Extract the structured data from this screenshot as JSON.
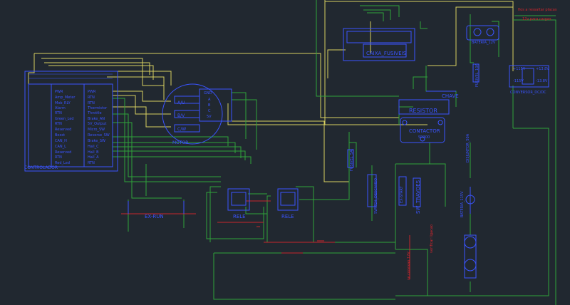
{
  "colors": {
    "background": "#212830",
    "wire_yellow": "#d8d060",
    "wire_green": "#2fa33a",
    "wire_red": "#c8262d",
    "component_blue": "#3a54ff",
    "note_red": "#d2262d"
  },
  "controller": {
    "title": "CONTROLADOR",
    "left_pins": [
      "PWR",
      "Amp_Meter",
      "Mob_RLY",
      "Alarm",
      "RTN",
      "Green_Led",
      "RTN",
      "Reserved",
      "Boost",
      "CAN_H",
      "CAN_L",
      "Reserved",
      "RTN",
      "Red_Led"
    ],
    "right_pins": [
      "PWR",
      "RTN",
      "RTN",
      "Thermistor",
      "Throttle",
      "Brake_AN",
      "5V_Output",
      "Micro_SW",
      "Reverse_SW",
      "Brake_SW",
      "Hall_C",
      "Hall_B",
      "Hall_A",
      "RTN"
    ]
  },
  "motor": {
    "title": "MOTOR",
    "phases": [
      "A/U",
      "B/V",
      "C/W"
    ],
    "hall_pins": [
      "GND",
      "A",
      "B",
      "C",
      "5V"
    ]
  },
  "fuse_box": {
    "title": "CAIXA_FUSIVEIS"
  },
  "battery_12v": {
    "title": "BATERIA_12V"
  },
  "battery_115v": {
    "title": "BATERIA_115V"
  },
  "converter": {
    "title": "CONVERSOR_DC/DC",
    "pins": [
      "+115V",
      "+13.8V",
      "-115V",
      "-13.8V"
    ]
  },
  "key_switch": {
    "title": "CHAVE"
  },
  "resistor": {
    "title": "RESISTOR"
  },
  "contactor": {
    "title": "CONTACTOR",
    "part": "SR300"
  },
  "relays": [
    "RELE",
    "RELE"
  ],
  "ex_run": {
    "title": "EX-RUN"
  },
  "vertical_labels": {
    "switch_descanso": "SWITCH_DESCANSO",
    "ex_start": "EX-START",
    "sw_travoes": "SW_TRAVOES",
    "fusivel_5a": "FUSIVEL_5A",
    "fusivel_10a": "FUSIVEL_10A",
    "disjuntor": "DISJUNTOR_50A"
  },
  "notes": {
    "top_right_1": "fios a ressaltar placas",
    "top_right_2": "12v para cargas",
    "vertical_1": "verificar ligacao",
    "vertical_2": "se conexao 12V"
  }
}
